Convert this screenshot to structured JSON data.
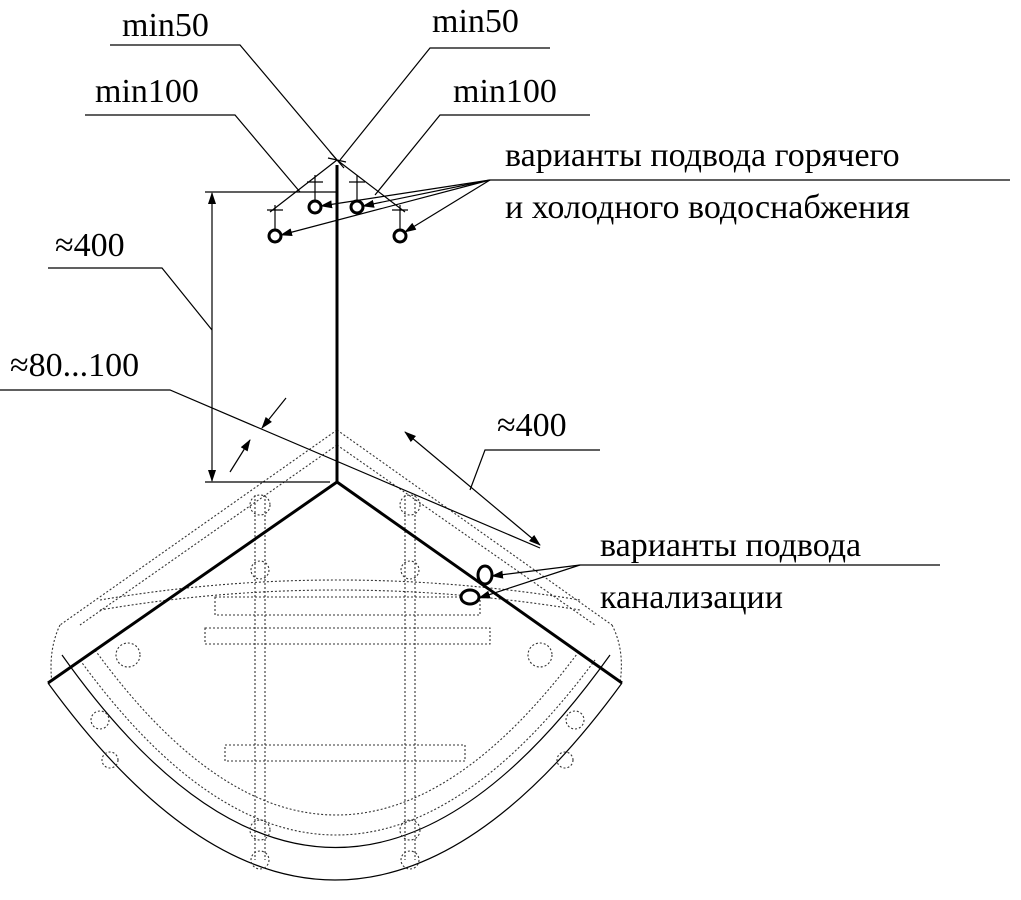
{
  "labels": {
    "min50_left": "min50",
    "min50_right": "min50",
    "min100_left": "min100",
    "min100_right": "min100",
    "water_line1": "варианты подвода горячего",
    "water_line2": "и холодного водоснабжения",
    "height_dim": "≈400",
    "offset_dim": "≈80...100",
    "length_dim": "≈400",
    "sewer_line1": "варианты подвода",
    "sewer_line2": "канализации"
  }
}
